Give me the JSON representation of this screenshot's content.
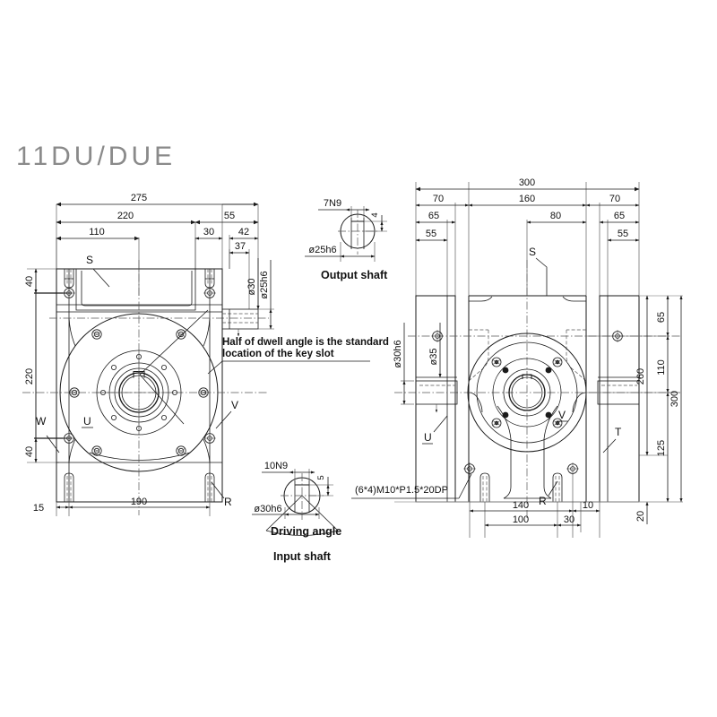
{
  "document": {
    "title": "11DU/DUE",
    "type": "engineering-dimensional-drawing",
    "background_color": "#ffffff",
    "line_color": "#1a1a1a",
    "title_color": "#8a8a8a"
  },
  "views": {
    "front": {
      "name": "Front view (left elevation)",
      "labels": [
        "S",
        "W",
        "U",
        "V",
        "R"
      ],
      "dimensions_top": [
        "275",
        "220",
        "55",
        "110",
        "30",
        "42",
        "37"
      ],
      "dimensions_left": [
        "40",
        "220",
        "40"
      ],
      "dimensions_bottom": [
        "15",
        "190"
      ],
      "dimensions_right": [
        "ø30",
        "ø25h6"
      ]
    },
    "side": {
      "name": "Side view (right elevation)",
      "labels": [
        "S",
        "U",
        "V",
        "T",
        "R"
      ],
      "dimensions_top": [
        "300",
        "70",
        "160",
        "70",
        "65",
        "80",
        "65",
        "55",
        "55"
      ],
      "dimensions_left": [
        "ø30h6",
        "ø35"
      ],
      "dimensions_right": [
        "65",
        "110",
        "260",
        "300",
        "125",
        "20"
      ],
      "dimensions_bottom": [
        "140",
        "10",
        "100",
        "30"
      ],
      "thread_note": "(6*4)M10*P1.5*20DP"
    }
  },
  "details": {
    "output_shaft": {
      "caption": "Output shaft",
      "keyway": "7N9",
      "key_depth": "4",
      "shaft_diameter": "ø25h6"
    },
    "input_shaft": {
      "caption": "Input shaft",
      "keyway": "10N9",
      "key_depth": "5",
      "shaft_diameter": "ø30h6",
      "angle_label": "Driving angle"
    }
  },
  "notes": {
    "keyslot_line1": "Half of dwell angle is the standard",
    "keyslot_line2": "location of the key slot"
  },
  "dim_values": {
    "d275": "275",
    "d220_top": "220",
    "d55_top": "55",
    "d110": "110",
    "d30_top": "30",
    "d42": "42",
    "d37": "37",
    "d40_upper": "40",
    "d220_left": "220",
    "d40_lower": "40",
    "d15": "15",
    "d190": "190",
    "dia30": "ø30",
    "dia25h6": "ø25h6",
    "d300_top": "300",
    "d70_left": "70",
    "d160": "160",
    "d70_right": "70",
    "d65_left": "65",
    "d80": "80",
    "d65_right": "65",
    "d55_left": "55",
    "d55_right": "55",
    "dia30h6_side": "ø30h6",
    "dia35": "ø35",
    "d65_r": "65",
    "d110_r": "110",
    "d260": "260",
    "d300_r": "300",
    "d125": "125",
    "d20": "20",
    "d140": "140",
    "d10": "10",
    "d100": "100",
    "d30_bot": "30",
    "k7N9": "7N9",
    "k4": "4",
    "dia25h6_det": "ø25h6",
    "k10N9": "10N9",
    "k5": "5",
    "dia30h6_det": "ø30h6"
  },
  "label_values": {
    "S_front": "S",
    "W": "W",
    "U_front": "U",
    "V_front": "V",
    "R_front": "R",
    "S_side": "S",
    "U_side": "U",
    "V_side": "V",
    "T": "T",
    "R_side": "R",
    "thread": "(6*4)M10*P1.5*20DP",
    "out_caption": "Output shaft",
    "in_caption": "Input shaft",
    "driving_angle": "Driving angle"
  }
}
